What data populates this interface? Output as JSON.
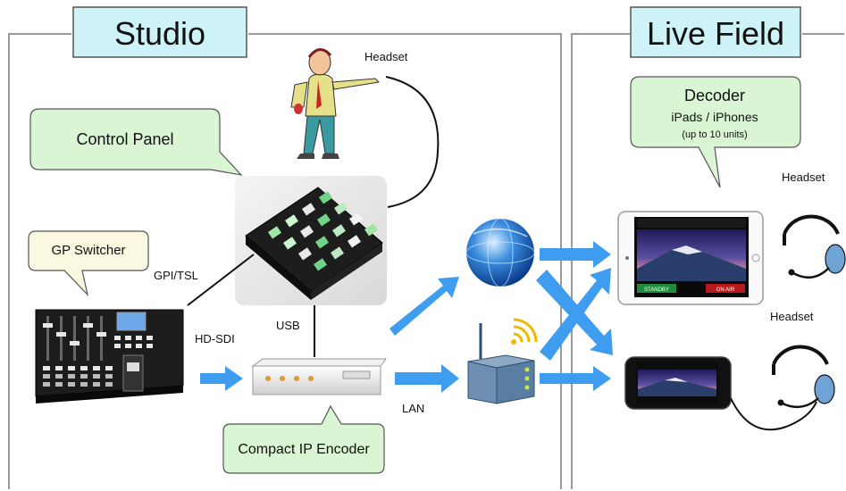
{
  "sections": {
    "studio": "Studio",
    "live_field": "Live Field"
  },
  "callouts": {
    "control_panel": "Control Panel",
    "gp_switcher": "GP Switcher",
    "compact_ip_encoder": "Compact IP Encoder",
    "decoder_title": "Decoder",
    "decoder_devices": "iPads / iPhones",
    "decoder_units": "(up to 10 units)"
  },
  "labels": {
    "headset_studio": "Headset",
    "headset_field_top": "Headset",
    "headset_field_bottom": "Headset",
    "gpi_tsl": "GPI/TSL",
    "hd_sdi": "HD-SDI",
    "usb": "USB",
    "lan": "LAN"
  },
  "screen_buttons": {
    "standby": "STANDBY",
    "on_air": "ON AIR"
  },
  "colors": {
    "callout_green": "#d9f5d3",
    "callout_cream": "#fbf8e1",
    "title_cyan": "#cdf3f8",
    "arrow_blue": "#3f9df0",
    "frame_gray": "#9a9a9a"
  }
}
